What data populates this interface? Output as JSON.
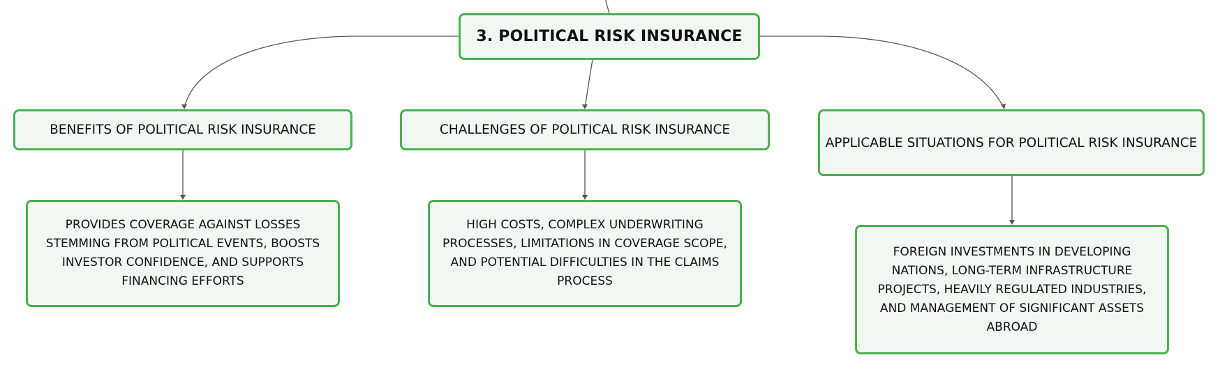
{
  "diagram": {
    "root": {
      "label": "3. POLITICAL RISK INSURANCE"
    },
    "branches": [
      {
        "label": "BENEFITS OF POLITICAL RISK INSURANCE",
        "detail": "PROVIDES COVERAGE AGAINST LOSSES STEMMING FROM POLITICAL EVENTS, BOOSTS INVESTOR CONFIDENCE, AND SUPPORTS FINANCING EFFORTS"
      },
      {
        "label": "CHALLENGES OF POLITICAL RISK INSURANCE",
        "detail": "HIGH COSTS, COMPLEX UNDERWRITING PROCESSES, LIMITATIONS IN COVERAGE SCOPE, AND POTENTIAL DIFFICULTIES IN THE CLAIMS PROCESS"
      },
      {
        "label": "APPLICABLE SITUATIONS FOR POLITICAL RISK INSURANCE",
        "detail": "FOREIGN INVESTMENTS IN DEVELOPING NATIONS, LONG-TERM INFRASTRUCTURE PROJECTS, HEAVILY REGULATED INDUSTRIES, AND MANAGEMENT OF SIGNIFICANT ASSETS ABROAD"
      }
    ],
    "colors": {
      "node_border": "#4caf50",
      "node_fill": "#f1f8f2",
      "connector": "#555555",
      "text": "#111111"
    }
  }
}
